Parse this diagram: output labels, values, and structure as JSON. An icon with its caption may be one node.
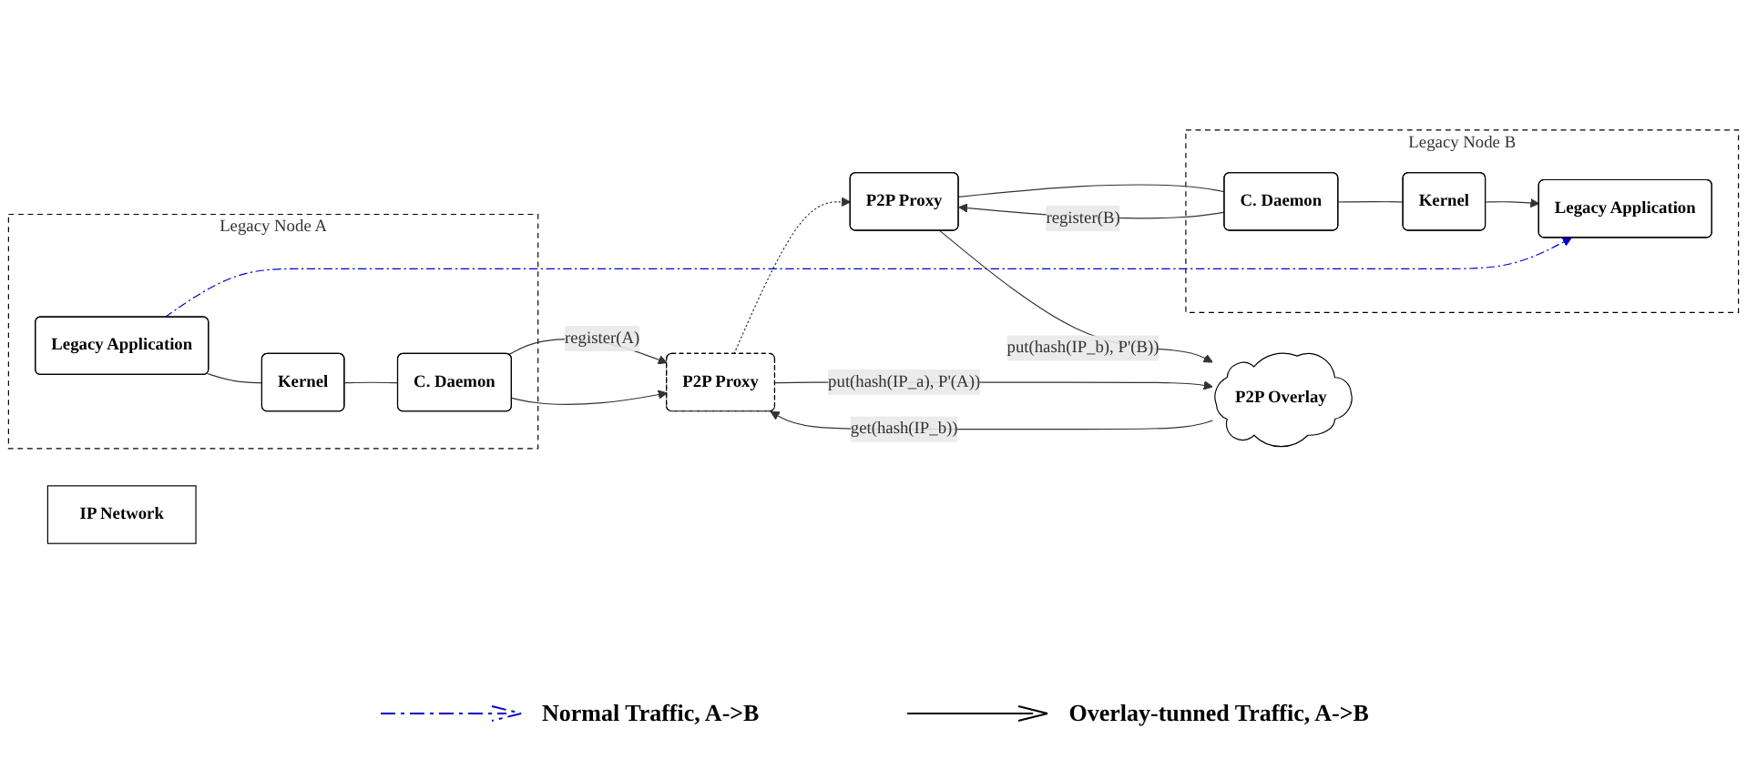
{
  "diagram": {
    "nodes": [
      {
        "text": [
          "Legacy Node A"
        ]
      },
      {
        "text": [
          "Legacy Application"
        ],
        "in": 0
      },
      {
        "text": [
          "Kernel"
        ],
        "in": 0
      },
      {
        "text": [
          "C. Daemon"
        ],
        "in": 0
      },
      {
        "text": [
          "P2P Proxy"
        ]
      },
      {
        "text": [
          "P2P Overlay"
        ]
      },
      {
        "text": [
          "P2P Proxy"
        ]
      },
      {
        "text": [
          "Legacy Node B"
        ]
      },
      {
        "text": [
          "Legacy Application"
        ],
        "in": 7
      },
      {
        "text": [
          "Kernel"
        ],
        "in": 7
      },
      {
        "text": [
          "C. Daemon"
        ],
        "in": 7
      },
      {
        "text": [
          "IP Network"
        ]
      }
    ],
    "edges": [
      {
        "from": 1,
        "to": 2,
        "arrow": "none"
      },
      {
        "from": 2,
        "to": 3,
        "arrow": "none"
      },
      {
        "from": 3,
        "to": 4,
        "arrow": "to",
        "label": "register(A)"
      },
      {
        "from": 5,
        "to": 4,
        "arrow": "to",
        "label": "get(hash(IP_b))"
      },
      {
        "from": 6,
        "to": 5,
        "arrow": "to",
        "label": "put(hash(IP_b), P'(B))"
      },
      {
        "from": 4,
        "to": 5,
        "arrow": "to",
        "label": "put(hash(IP_a), P'(A))"
      },
      {
        "from": 4,
        "to": 6,
        "arrow": "to",
        "style": "dashed"
      },
      {
        "from": 10,
        "to": 6,
        "arrow": "to",
        "label": "register(B)"
      },
      {
        "from": 3,
        "to": 4,
        "arrow": "to"
      },
      {
        "from": 6,
        "to": 10,
        "arrow": "none"
      },
      {
        "from": 10,
        "to": 9,
        "arrow": "none"
      },
      {
        "from": 9,
        "to": 8,
        "arrow": "to"
      },
      {
        "from": 1,
        "to": 8,
        "arrow": "to",
        "style": "dashed",
        "color": "#0000cc"
      }
    ],
    "legend": [
      {
        "text": "Normal Traffic, A->B"
      },
      {
        "text": "Overlay-tunned Traffic, A->B"
      }
    ]
  }
}
